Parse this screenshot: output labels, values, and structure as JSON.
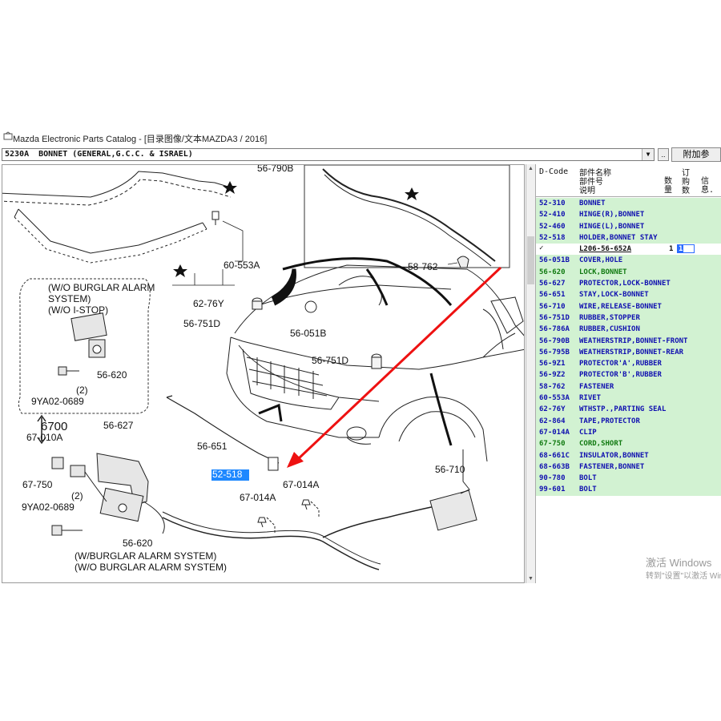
{
  "window": {
    "title": "Mazda Electronic Parts Catalog - [目录图像/文本MAZDA3 / 2016]"
  },
  "toolbar": {
    "section_label": "5230A  BONNET (GENERAL,G.C.C. & ISRAEL)",
    "dropdown_arrow": "▼",
    "dots_label": "..",
    "add_label": "附加参"
  },
  "diagram": {
    "labels": {
      "l_56_790B": "56-790B",
      "l_60_553A": "60-553A",
      "l_58_762": "58-762",
      "l_62_76Y": "62-76Y",
      "l_56_751D_a": "56-751D",
      "l_56_051B": "56-051B",
      "l_56_751D_b": "56-751D",
      "l_56_620_a": "56-620",
      "l_9YA02_0689_a": "9YA02-0689",
      "l_2_a": "(2)",
      "l_6700": "6700",
      "l_67_010A": "67-010A",
      "l_56_627": "56-627",
      "l_56_651": "56-651",
      "l_52_518": "52-518",
      "l_67_014A_a": "67-014A",
      "l_67_750": "67-750",
      "l_2_b": "(2)",
      "l_9YA02_0689_b": "9YA02-0689",
      "l_67_014A_b": "67-014A",
      "l_56_710": "56-710",
      "l_56_620_b": "56-620"
    },
    "box_notes": {
      "wo_burglar_1": "(W/O BURGLAR ALARM",
      "wo_burglar_2": "SYSTEM)",
      "wo_istop": "(W/O I-STOP)",
      "w_burglar": "(W/BURGLAR ALARM SYSTEM)",
      "wo_burglar_bottom": "(W/O BURGLAR ALARM SYSTEM)"
    }
  },
  "parts_panel": {
    "header": {
      "dcode": "D-Code",
      "part_name_1": "部件名称",
      "part_name_2": "部件号",
      "part_name_3": "说明",
      "qty_1": "数",
      "qty_2": "量",
      "order_1": "订",
      "order_2": "购",
      "order_3": "数",
      "info_1": "信",
      "info_2": "息."
    },
    "rows": [
      {
        "code": "52-310",
        "desc": "BONNET"
      },
      {
        "code": "52-410",
        "desc": "HINGE(R),BONNET"
      },
      {
        "code": "52-460",
        "desc": "HINGE(L),BONNET"
      },
      {
        "code": "52-518",
        "desc": "HOLDER,BONNET STAY"
      },
      {
        "code": "56-051B",
        "desc": "COVER,HOLE"
      },
      {
        "code": "56-620",
        "desc": "LOCK,BONNET"
      },
      {
        "code": "56-627",
        "desc": "PROTECTOR,LOCK-BONNET"
      },
      {
        "code": "56-651",
        "desc": "STAY,LOCK-BONNET"
      },
      {
        "code": "56-710",
        "desc": "WIRE,RELEASE-BONNET"
      },
      {
        "code": "56-751D",
        "desc": "RUBBER,STOPPER"
      },
      {
        "code": "56-786A",
        "desc": "RUBBER,CUSHION"
      },
      {
        "code": "56-790B",
        "desc": "WEATHERSTRIP,BONNET-FRONT"
      },
      {
        "code": "56-795B",
        "desc": "WEATHERSTRIP,BONNET-REAR"
      },
      {
        "code": "56-9Z1",
        "desc": "PROTECTOR'A',RUBBER"
      },
      {
        "code": "56-9Z2",
        "desc": "PROTECTOR'B',RUBBER"
      },
      {
        "code": "58-762",
        "desc": "FASTENER"
      },
      {
        "code": "60-553A",
        "desc": "RIVET"
      },
      {
        "code": "62-76Y",
        "desc": "WTHSTP.,PARTING SEAL"
      },
      {
        "code": "62-864",
        "desc": "TAPE,PROTECTOR"
      },
      {
        "code": "67-014A",
        "desc": "CLIP"
      },
      {
        "code": "67-750",
        "desc": "CORD,SHORT"
      },
      {
        "code": "68-661C",
        "desc": "INSULATOR,BONNET"
      },
      {
        "code": "68-663B",
        "desc": "FASTENER,BONNET"
      },
      {
        "code": "90-780",
        "desc": "BOLT"
      },
      {
        "code": "99-601",
        "desc": "BOLT"
      }
    ],
    "selected_sub": {
      "check": "✓",
      "part_number": "L206-56-652A",
      "qty": "1",
      "order": "1"
    }
  },
  "watermark": {
    "line1": "激活 Windows",
    "line2": "转到\"设置\"以激活 Windows"
  }
}
